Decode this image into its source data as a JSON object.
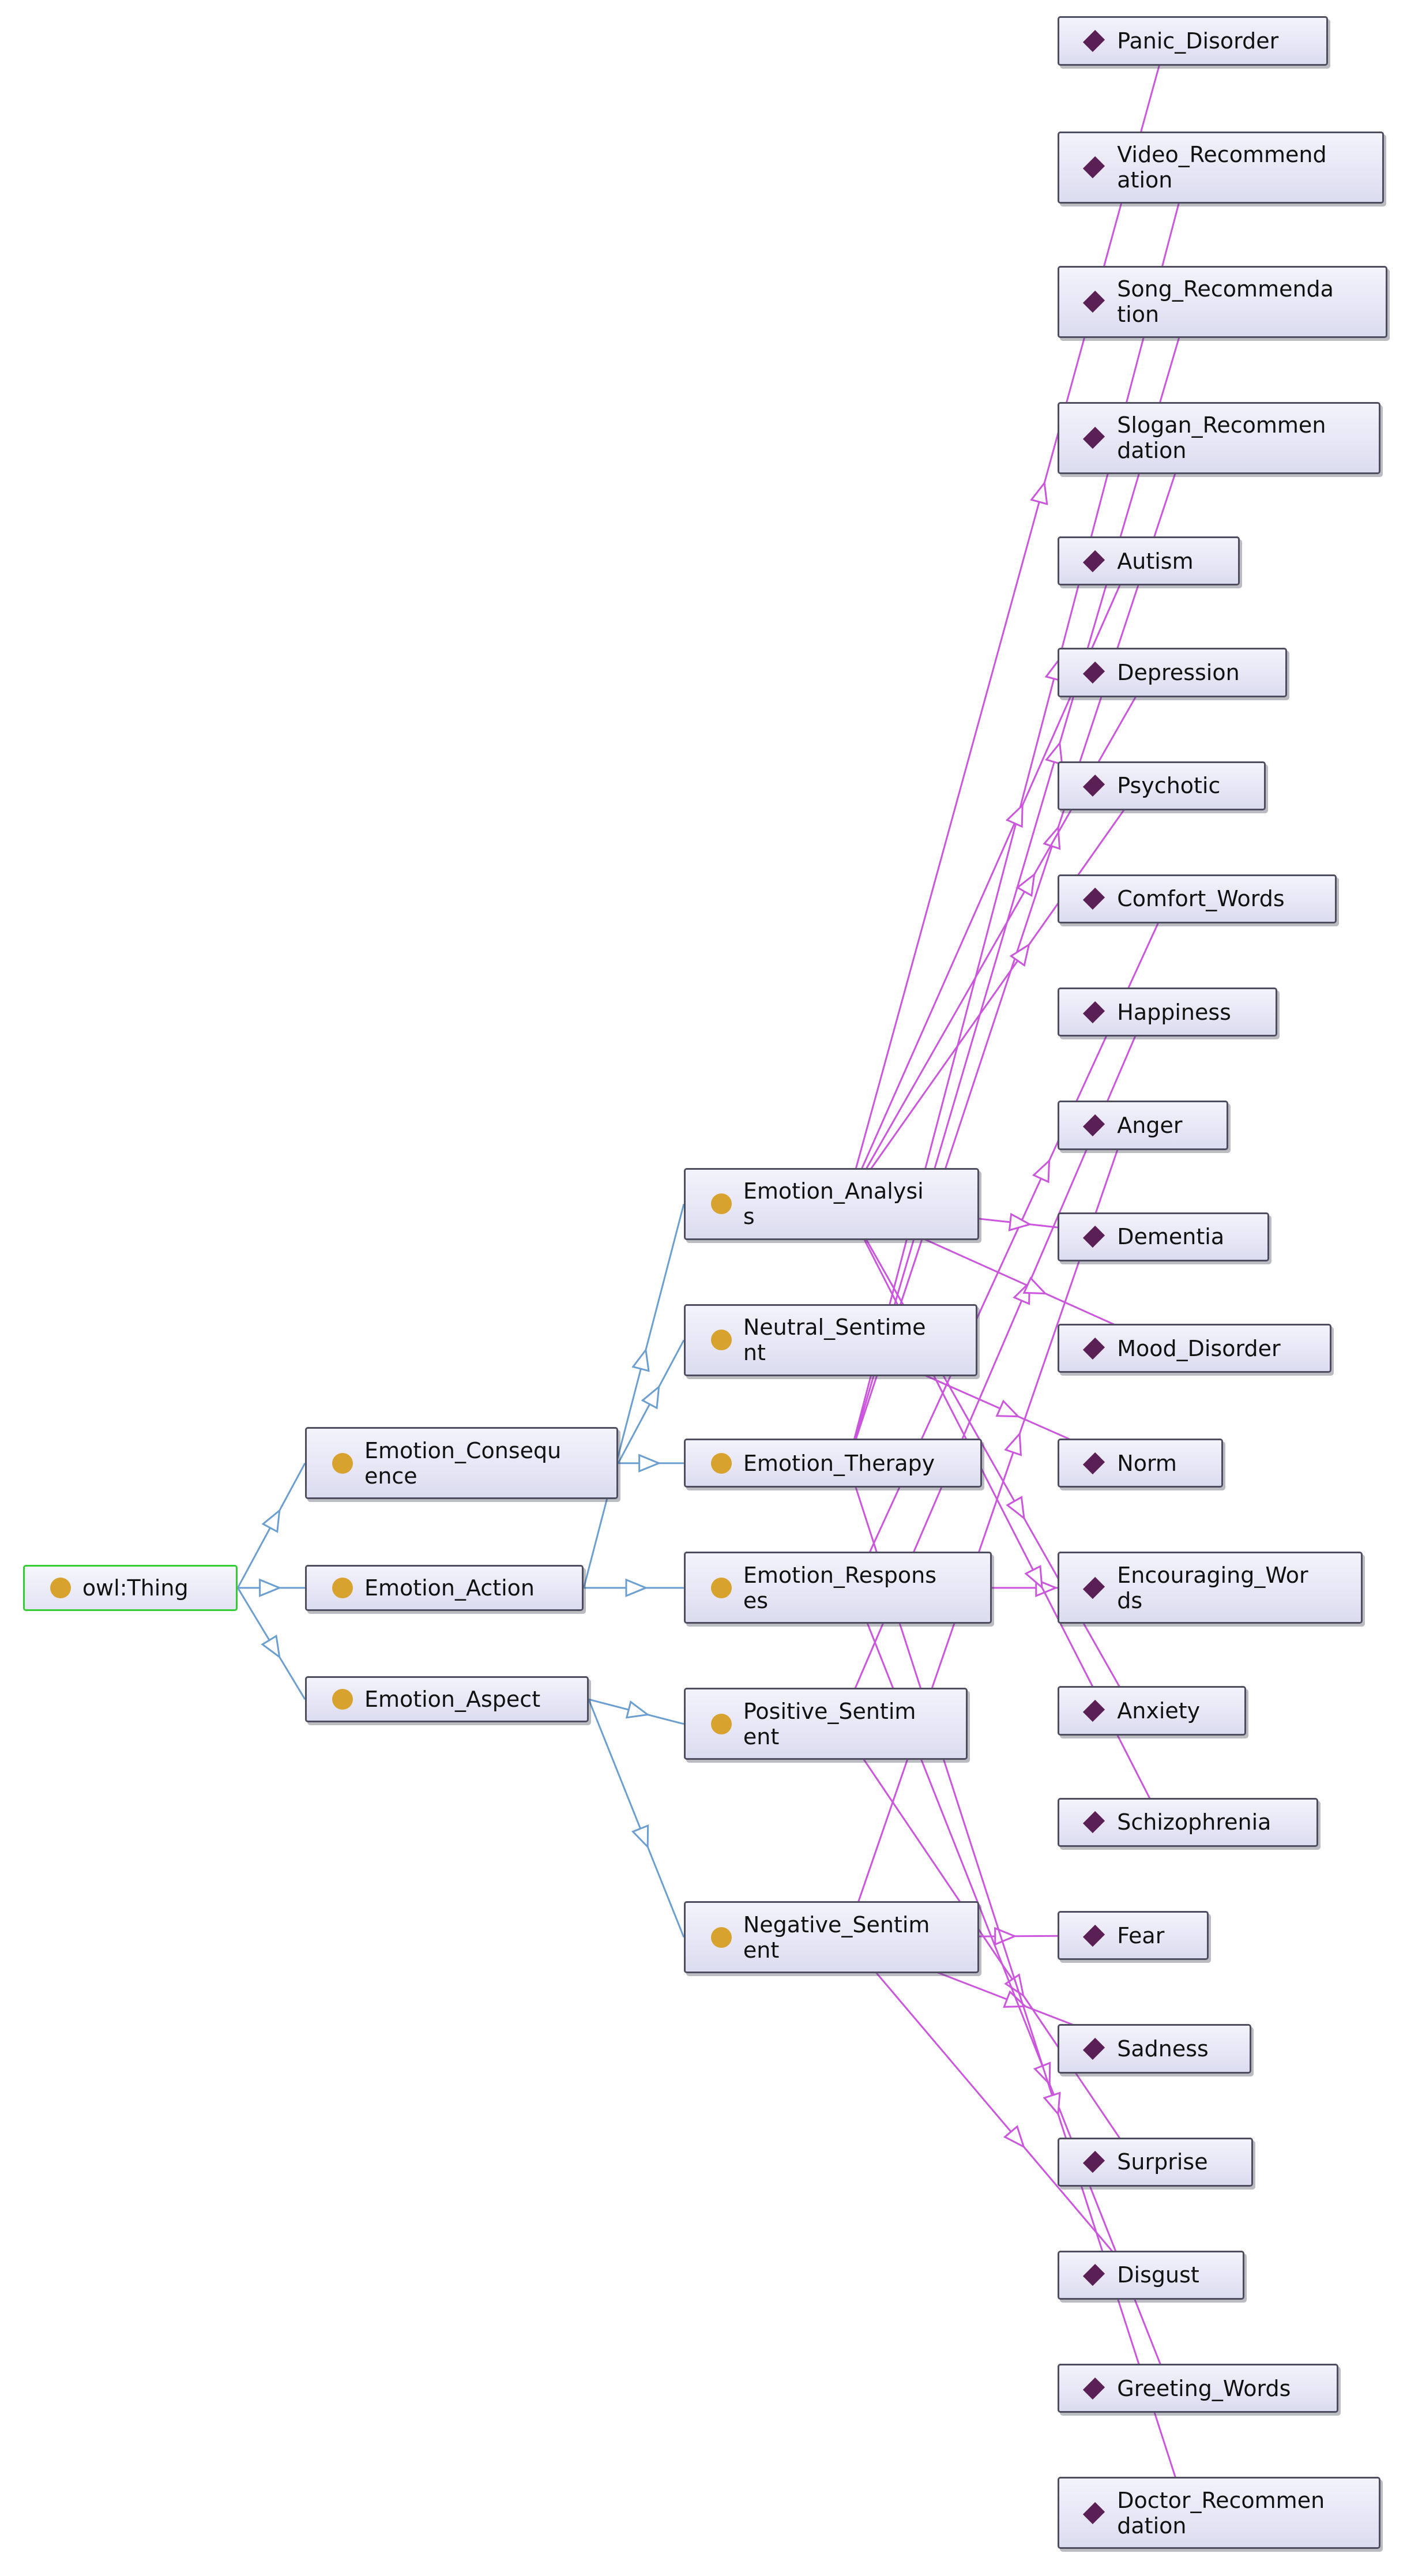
{
  "root": {
    "id": "owl_thing",
    "label": "owl:Thing"
  },
  "classes": [
    {
      "id": "emotion_consequence",
      "label": "Emotion_Consequ\nence",
      "parent": "owl_thing"
    },
    {
      "id": "emotion_action",
      "label": "Emotion_Action",
      "parent": "owl_thing"
    },
    {
      "id": "emotion_aspect",
      "label": "Emotion_Aspect",
      "parent": "owl_thing"
    },
    {
      "id": "emotion_analysis",
      "label": "Emotion_Analysi\ns",
      "parent": "emotion_action"
    },
    {
      "id": "neutral_sentiment",
      "label": "Neutral_Sentime\nnt",
      "parent": "emotion_consequence"
    },
    {
      "id": "emotion_therapy",
      "label": "Emotion_Therapy",
      "parent": "emotion_consequence"
    },
    {
      "id": "emotion_responses",
      "label": "Emotion_Respons\nes",
      "parent": "emotion_action"
    },
    {
      "id": "positive_sentiment",
      "label": "Positive_Sentim\nent",
      "parent": "emotion_aspect"
    },
    {
      "id": "negative_sentiment",
      "label": "Negative_Sentim\nent",
      "parent": "emotion_aspect"
    }
  ],
  "individuals": [
    {
      "id": "panic_disorder",
      "label": "Panic_Disorder",
      "type": "emotion_analysis"
    },
    {
      "id": "video_recommendation",
      "label": "Video_Recommend\nation",
      "type": "emotion_therapy"
    },
    {
      "id": "song_recommendation",
      "label": "Song_Recommenda\ntion",
      "type": "emotion_therapy"
    },
    {
      "id": "slogan_recommendation",
      "label": "Slogan_Recommen\ndation",
      "type": "emotion_therapy"
    },
    {
      "id": "autism",
      "label": "Autism",
      "type": "emotion_analysis"
    },
    {
      "id": "depression",
      "label": "Depression",
      "type": "emotion_analysis"
    },
    {
      "id": "psychotic",
      "label": "Psychotic",
      "type": "emotion_analysis"
    },
    {
      "id": "comfort_words",
      "label": "Comfort_Words",
      "type": "emotion_responses"
    },
    {
      "id": "happiness",
      "label": "Happiness",
      "type": "positive_sentiment"
    },
    {
      "id": "anger",
      "label": "Anger",
      "type": "negative_sentiment"
    },
    {
      "id": "dementia",
      "label": "Dementia",
      "type": "emotion_analysis"
    },
    {
      "id": "mood_disorder",
      "label": "Mood_Disorder",
      "type": "emotion_analysis"
    },
    {
      "id": "norm",
      "label": "Norm",
      "type": "neutral_sentiment"
    },
    {
      "id": "encouraging_words",
      "label": "Encouraging_Wor\nds",
      "type": "emotion_responses"
    },
    {
      "id": "anxiety",
      "label": "Anxiety",
      "type": "emotion_analysis"
    },
    {
      "id": "schizophrenia",
      "label": "Schizophrenia",
      "type": "emotion_analysis"
    },
    {
      "id": "fear",
      "label": "Fear",
      "type": "negative_sentiment"
    },
    {
      "id": "sadness",
      "label": "Sadness",
      "type": "negative_sentiment"
    },
    {
      "id": "surprise",
      "label": "Surprise",
      "type": "positive_sentiment"
    },
    {
      "id": "disgust",
      "label": "Disgust",
      "type": "negative_sentiment"
    },
    {
      "id": "greeting_words",
      "label": "Greeting_Words",
      "type": "emotion_responses"
    },
    {
      "id": "doctor_recommendation",
      "label": "Doctor_Recommen\ndation",
      "type": "emotion_therapy"
    }
  ],
  "colors": {
    "subclass_edge": "#6b9fd1",
    "type_edge": "#cc55dd",
    "class_dot": "#d8a22e",
    "individual_diamond": "#5a1f55",
    "root_border": "#33cc33",
    "node_border": "#4d4d5f"
  },
  "icons": {
    "class": "class-dot-icon",
    "individual": "individual-diamond-icon"
  }
}
